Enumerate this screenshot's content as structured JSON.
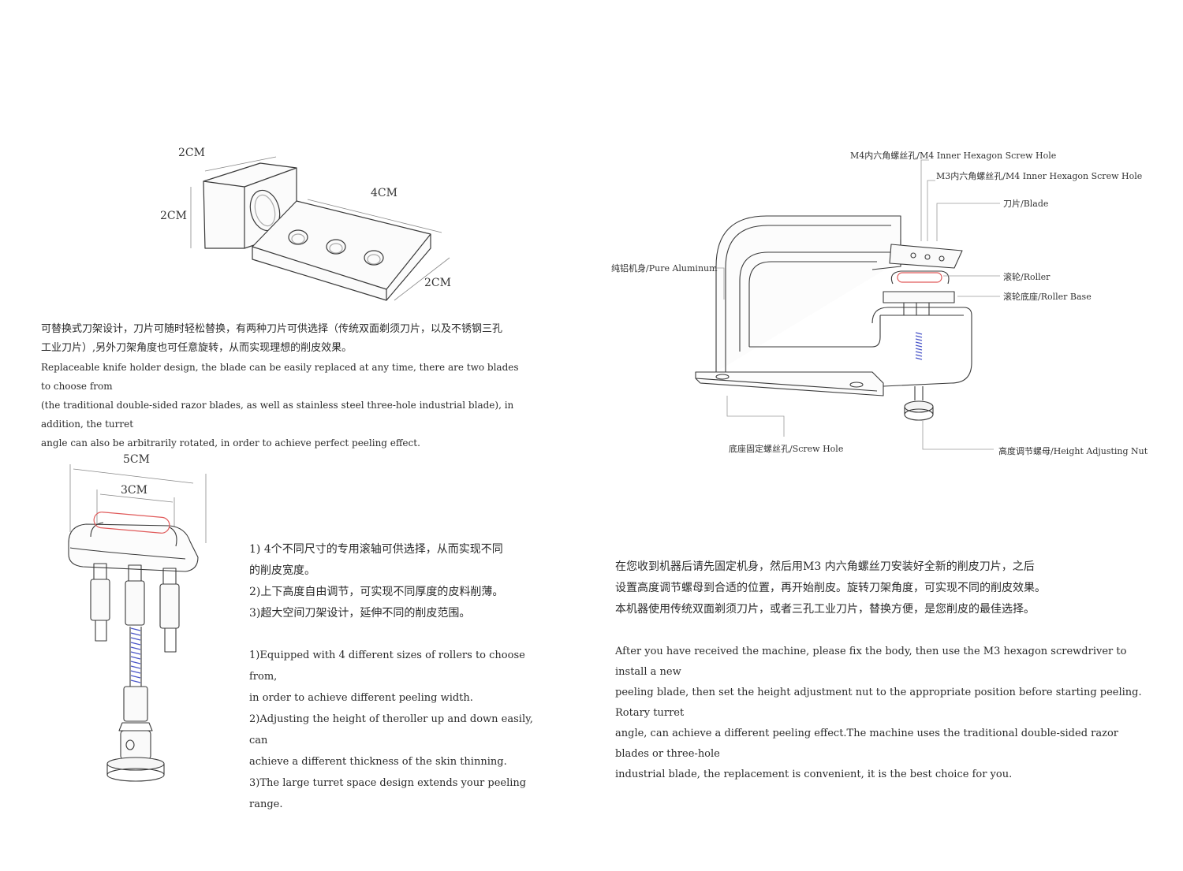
{
  "holder": {
    "dims": {
      "top_width": "2CM",
      "height": "2CM",
      "length": "4CM",
      "depth": "2CM"
    },
    "text_zh": [
      "可替换式刀架设计，刀片可随时轻松替换，有两种刀片可供选择（传统双面剃须刀片，以及不锈钢三孔",
      "工业刀片）,另外刀架角度也可任意旋转，从而实现理想的削皮效果。"
    ],
    "text_en": [
      "Replaceable knife holder design, the blade can be easily replaced at any time, there are two blades to choose from",
      "(the traditional double-sided razor blades, as well as stainless steel three-hole industrial blade), in addition, the turret",
      "angle can also be arbitrarily rotated, in order to achieve perfect peeling effect."
    ]
  },
  "machine": {
    "labels": {
      "m4_hole": "M4内六角螺丝孔/M4 Inner Hexagon Screw Hole",
      "m3_hole": "M3内六角螺丝孔/M4 Inner Hexagon Screw Hole",
      "blade": "刀片/Blade",
      "body": "纯铝机身/Pure Aluminum",
      "roller": "滚轮/Roller",
      "roller_base": "滚轮底座/Roller Base",
      "screw_hole": "底座固定螺丝孔/Screw Hole",
      "height_nut": "高度调节螺母/Height Adjusting Nut"
    }
  },
  "roller": {
    "dims": {
      "outer": "5CM",
      "inner": "3CM"
    },
    "text_zh": [
      "1) 4个不同尺寸的专用滚轴可供选择，从而实现不同",
      "的削皮宽度。",
      "2)上下高度自由调节，可实现不同厚度的皮料削薄。",
      "3)超大空间刀架设计，延伸不同的削皮范围。"
    ],
    "text_en": [
      "1)Equipped with 4 different sizes of rollers to choose from,",
      "in order to achieve different peeling width.",
      "2)Adjusting the height of theroller up and down easily, can",
      "achieve a different thickness of the skin thinning.",
      "3)The large turret space design extends your peeling range."
    ]
  },
  "usage": {
    "text_zh": [
      "在您收到机器后请先固定机身，然后用M3 内六角螺丝刀安装好全新的削皮刀片，之后",
      "设置高度调节螺母到合适的位置，再开始削皮。旋转刀架角度，可实现不同的削皮效果。",
      "本机器使用传统双面剃须刀片，或者三孔工业刀片，替换方便，是您削皮的最佳选择。"
    ],
    "text_en": [
      "After you have received the machine, please fix the body, then use the M3 hexagon screwdriver to install a new",
      "peeling blade, then set the height adjustment nut to the appropriate position before starting peeling. Rotary turret",
      "angle, can achieve a different peeling effect.The machine uses the traditional double-sided razor blades or three-hole",
      "industrial blade, the replacement is convenient, it is  the best choice for you."
    ]
  },
  "colors": {
    "line": "#3a3a3a",
    "roller_accent": "#e05a5a",
    "spring": "#4a55c8"
  }
}
